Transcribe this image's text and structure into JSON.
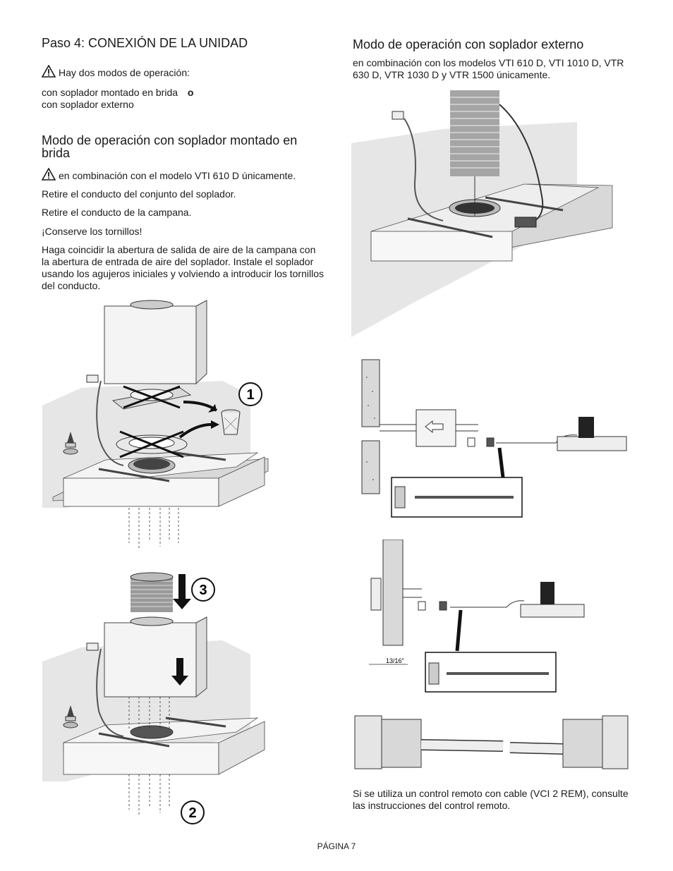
{
  "page": {
    "step_title": "Paso 4: CONEXIÓN DE LA UNIDAD",
    "modes_intro": "Hay dos modos de operación:",
    "mode_flange": "con soplador montado en brida",
    "mode_or": "o",
    "mode_external": "con soplador externo",
    "flange_title": "Modo de operación con soplador montado en brida",
    "flange_note": "en combinación con el modelo VTI 610 D únicamente.",
    "flange_step1": "Retire el conducto del conjunto del soplador.",
    "flange_step2": "Retire el conducto de la campana.",
    "flange_step3": "¡Conserve los tornillos!",
    "flange_step4": "Haga coincidir la abertura de salida de aire de la campana con la abertura de entrada de aire del soplador. Instale el soplador usando los agujeros iniciales y volviendo a introducir los tornillos del conducto.",
    "external_title": "Modo de operación con soplador externo",
    "external_note": "en combinación con los modelos VTI 610 D, VTI 1010 D, VTR 630 D, VTR 1030 D y VTR 1500 únicamente.",
    "remote_note": "Si se utiliza un control remoto con cable (VCI 2 REM), consulte las instrucciones del control remoto.",
    "page_number": "PÁGINA 7"
  },
  "figures": {
    "callout_1": "1",
    "callout_2": "2",
    "callout_3": "3",
    "wall_dimension": "13/16\""
  }
}
